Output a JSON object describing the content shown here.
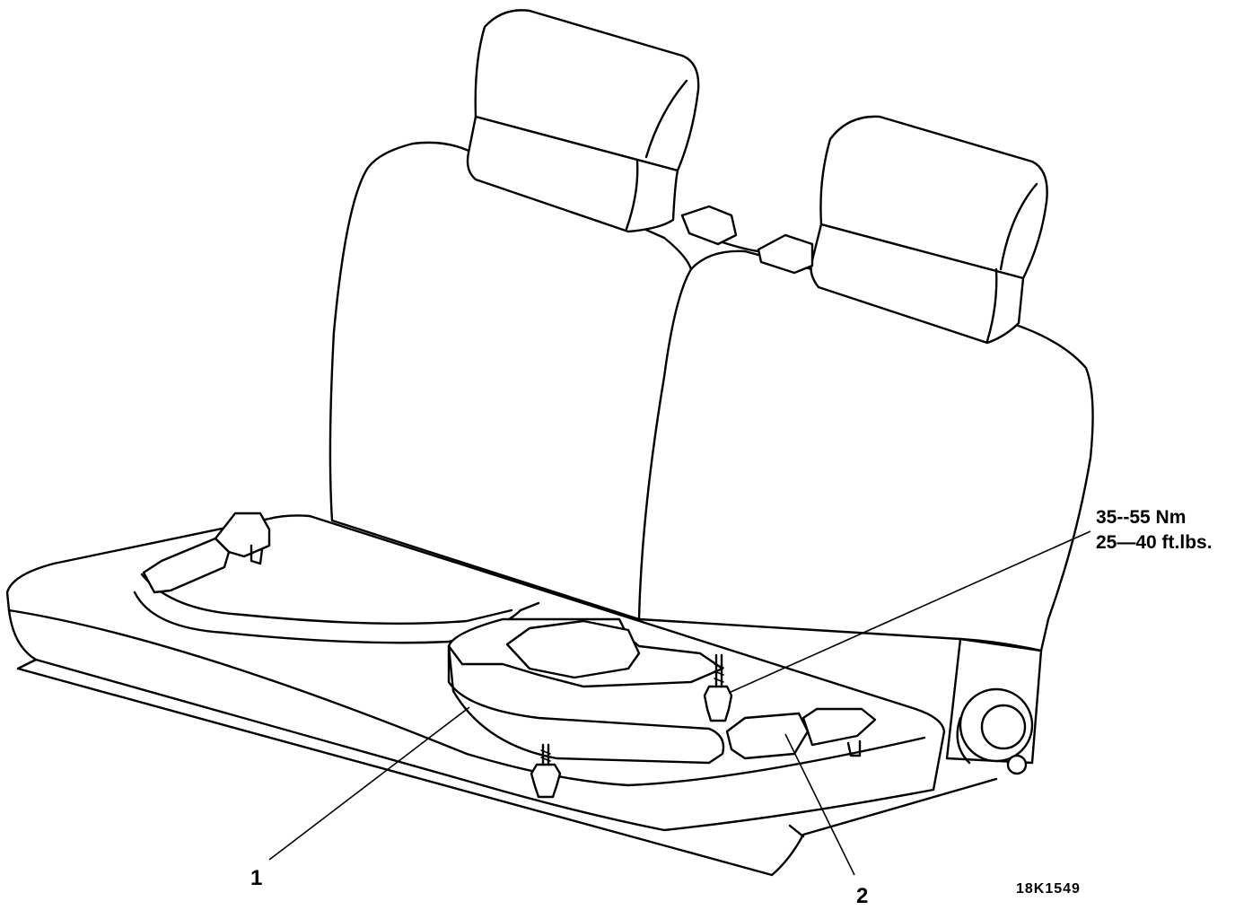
{
  "labels": {
    "torque_nm": "35--55 Nm",
    "torque_ft": "25—40 ft.lbs.",
    "callout_1": "1",
    "callout_2": "2",
    "figure_code": "18K1549"
  }
}
